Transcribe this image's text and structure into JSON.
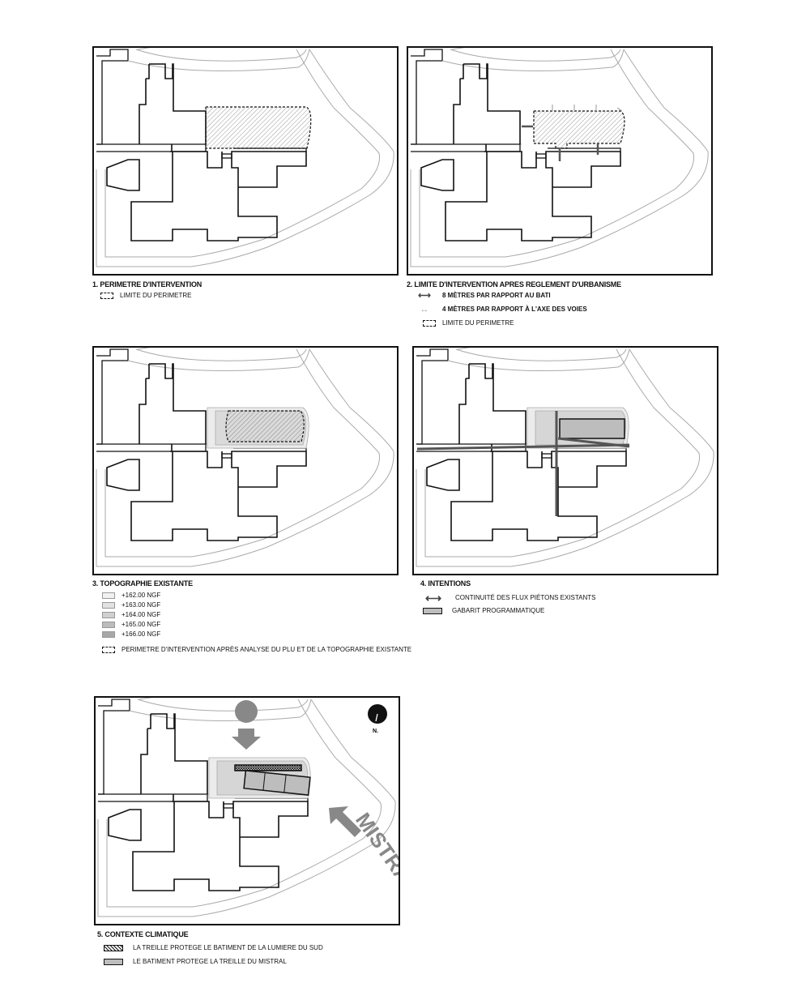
{
  "panels": {
    "p1": {
      "caption": "1. PERIMETRE D'INTERVENTION",
      "legend": [
        "LIMITE DU PERIMETRE"
      ]
    },
    "p2": {
      "caption": "2. LIMITE D'INTERVENTION APRES REGLEMENT D'URBANISME",
      "legend": [
        "8 MÈTRES PAR RAPPORT AU BATI",
        "4 MÈTRES PAR RAPPORT À L'AXE DES VOIES",
        "LIMITE DU PERIMETRE"
      ]
    },
    "p3": {
      "caption": "3. TOPOGRAPHIE EXISTANTE",
      "legend": [
        "+162.00 NGF",
        "+163.00 NGF",
        "+164.00 NGF",
        "+165.00 NGF",
        "+166.00 NGF",
        "PERIMETRE D'INTERVENTION APRÈS ANALYSE DU PLU ET DE LA TOPOGRAPHIE EXISTANTE"
      ]
    },
    "p4": {
      "caption": "4. INTENTIONS",
      "legend": [
        "CONTINUITÉ DES FLUX PIÉTONS EXISTANTS",
        "GABARIT PROGRAMMATIQUE"
      ]
    },
    "p5": {
      "caption": "5. CONTEXTE CLIMATIQUE",
      "legend": [
        "LA TREILLE PROTEGE LE BATIMENT DE LA LUMIERE DU SUD",
        "LE BATIMENT PROTEGE LA TREILLE DU MISTRAL"
      ],
      "wind_label": "MISTRAL",
      "north_label": "N."
    }
  }
}
